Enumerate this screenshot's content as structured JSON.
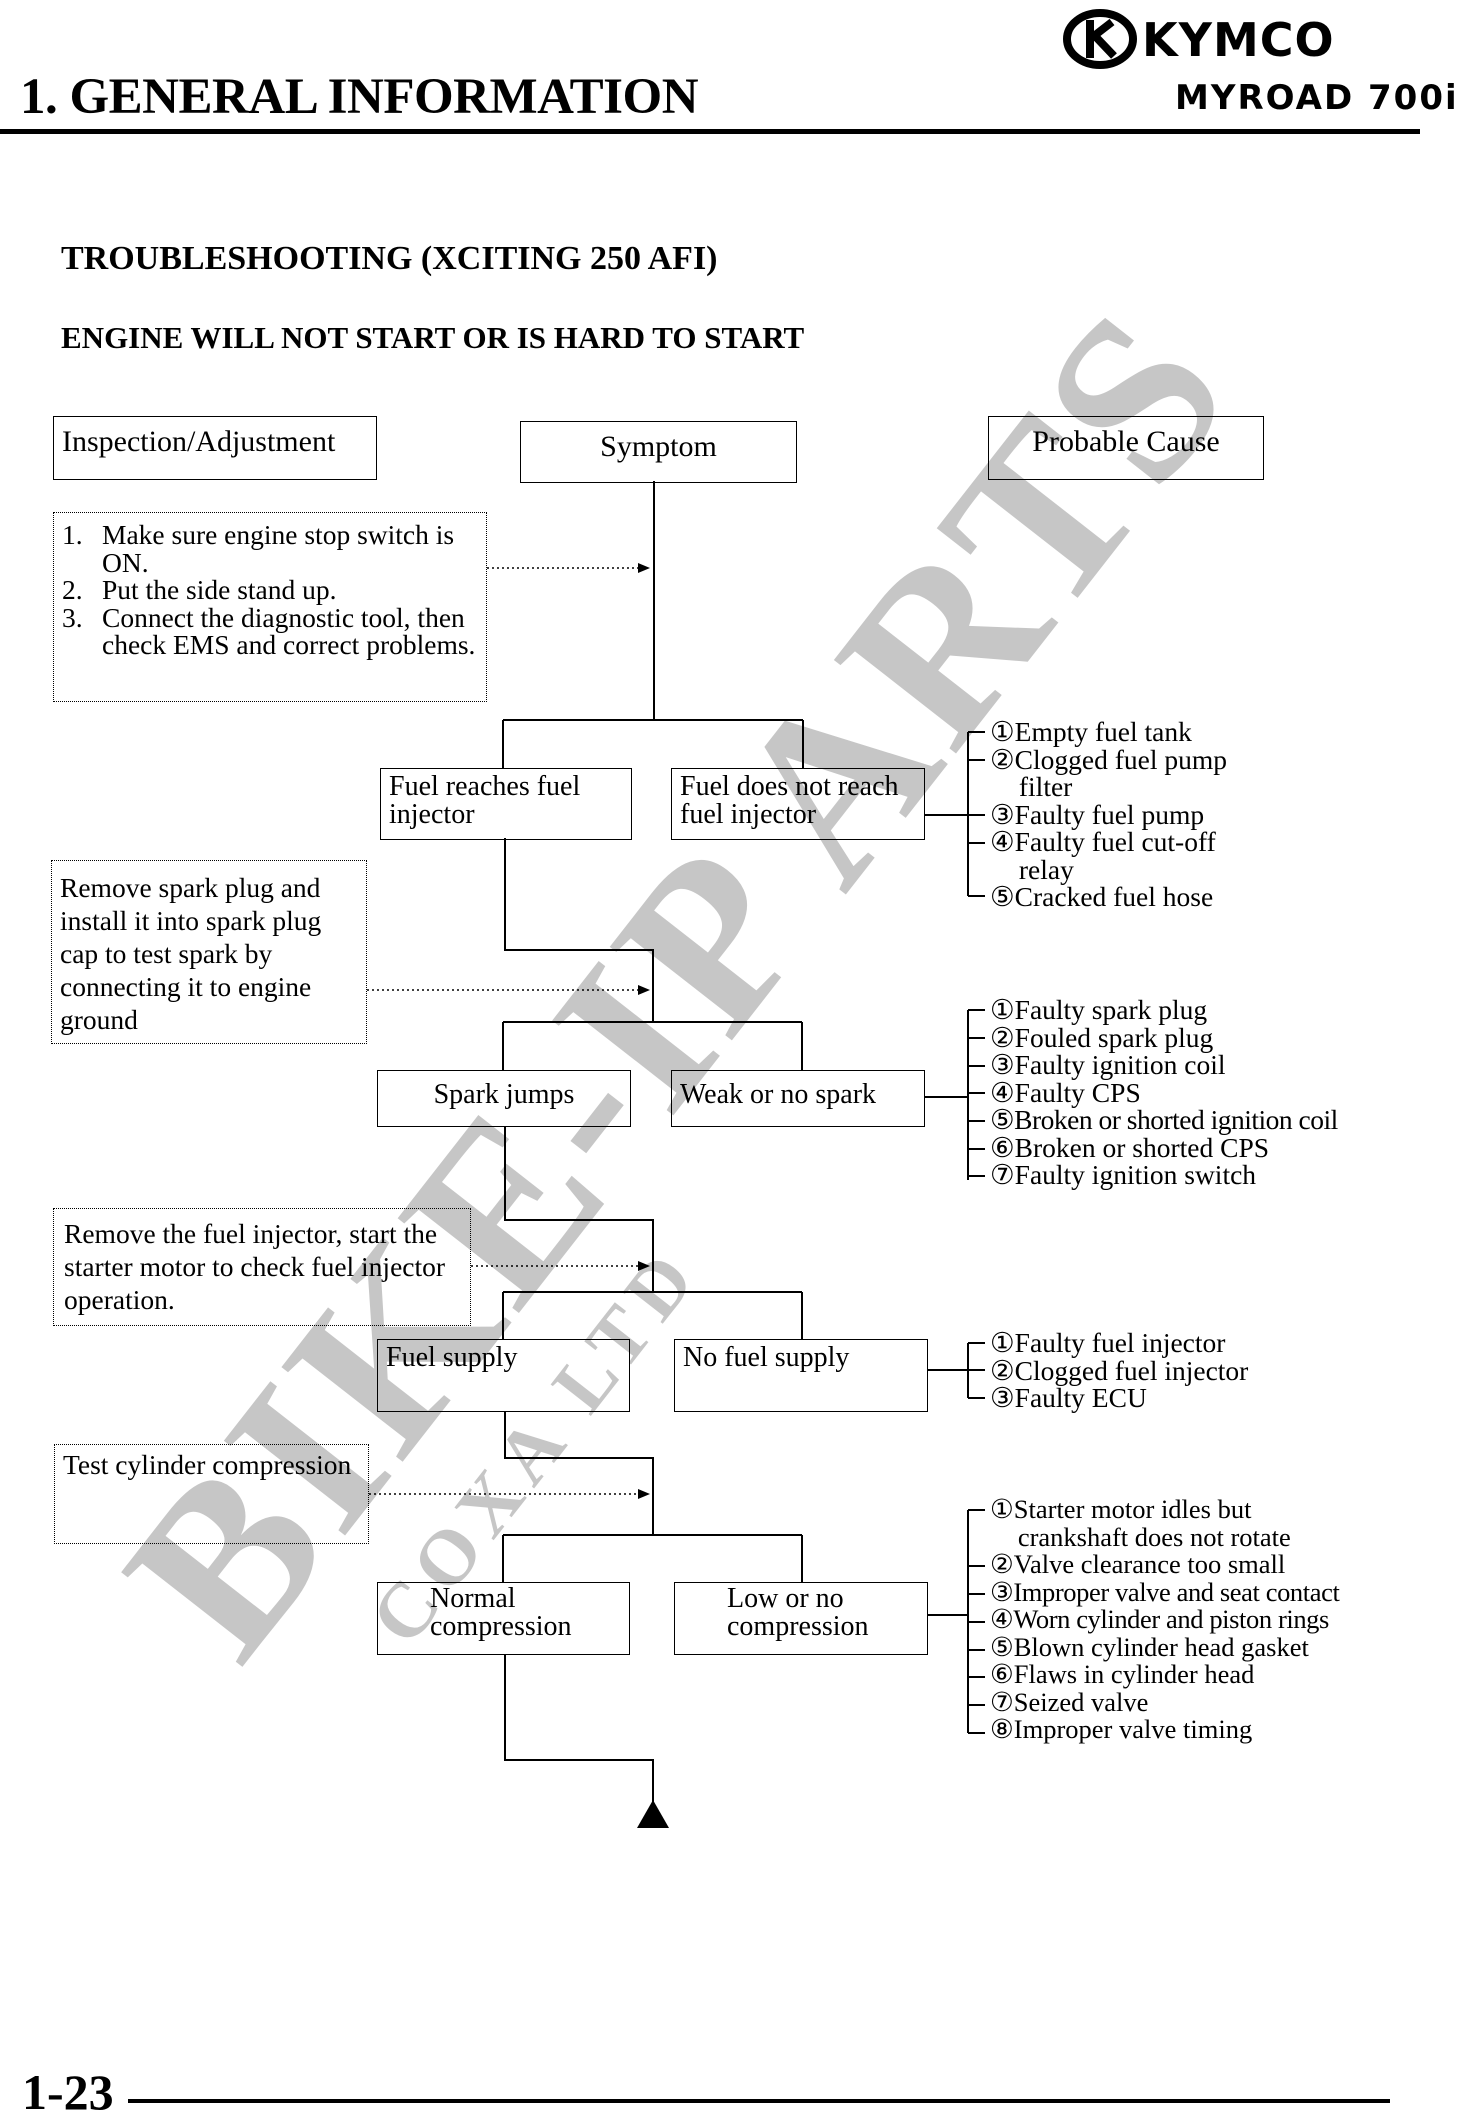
{
  "header": {
    "chapter_number": "1.",
    "chapter_title": "GENERAL INFORMATION",
    "brand": "KYMCO",
    "model": "MYROAD 700i"
  },
  "section_title": "TROUBLESHOOTING (XCITING 250 AFI)",
  "subsection_title": "ENGINE WILL NOT START OR IS HARD TO START",
  "columns": {
    "inspection": "Inspection/Adjustment",
    "symptom": "Symptom",
    "cause": "Probable Cause"
  },
  "steps": {
    "step1": {
      "items": [
        {
          "num": "1.",
          "text": "Make sure engine stop switch is ON."
        },
        {
          "num": "2.",
          "text": "Put the side stand up."
        },
        {
          "num": "3.",
          "text": "Connect the diagnostic tool, then check EMS and correct problems."
        }
      ]
    },
    "step2": {
      "inspection": "Remove spark plug and install it into spark plug cap to test spark by connecting it to engine ground",
      "good": "Fuel reaches fuel injector",
      "bad": "Fuel does not reach fuel injector",
      "causes": [
        "①Empty fuel tank",
        "②Clogged fuel pump filter",
        "③Faulty fuel pump",
        "④Faulty fuel cut-off relay",
        "⑤Cracked fuel hose"
      ]
    },
    "step3": {
      "inspection": "Remove the fuel injector, start the starter motor to check fuel injector operation.",
      "good": "Spark jumps",
      "bad": "Weak or no spark",
      "causes": [
        "①Faulty spark plug",
        "②Fouled spark plug",
        "③Faulty ignition coil",
        "④Faulty CPS",
        "⑤Broken or shorted ignition coil",
        "⑥Broken or shorted CPS",
        "⑦Faulty ignition switch"
      ]
    },
    "step4": {
      "inspection": "Test cylinder compression",
      "good": "Fuel supply",
      "bad": "No fuel supply",
      "causes": [
        "①Faulty fuel injector",
        "②Clogged fuel injector",
        "③Faulty ECU"
      ]
    },
    "step5": {
      "good": "Normal compression",
      "bad": "Low or no compression",
      "causes": [
        "①Starter motor idles but crankshaft does not rotate",
        "②Valve clearance too small",
        "③Improper valve and seat contact",
        "④Worn cylinder and piston rings",
        "⑤Blown cylinder head gasket",
        "⑥Flaws in cylinder head",
        "⑦Seized valve",
        "⑧Improper valve timing"
      ]
    }
  },
  "watermark": {
    "main": "BIKE-IP ARTS",
    "sub": "COXA LTD"
  },
  "footer": {
    "page_number": "1-23"
  }
}
